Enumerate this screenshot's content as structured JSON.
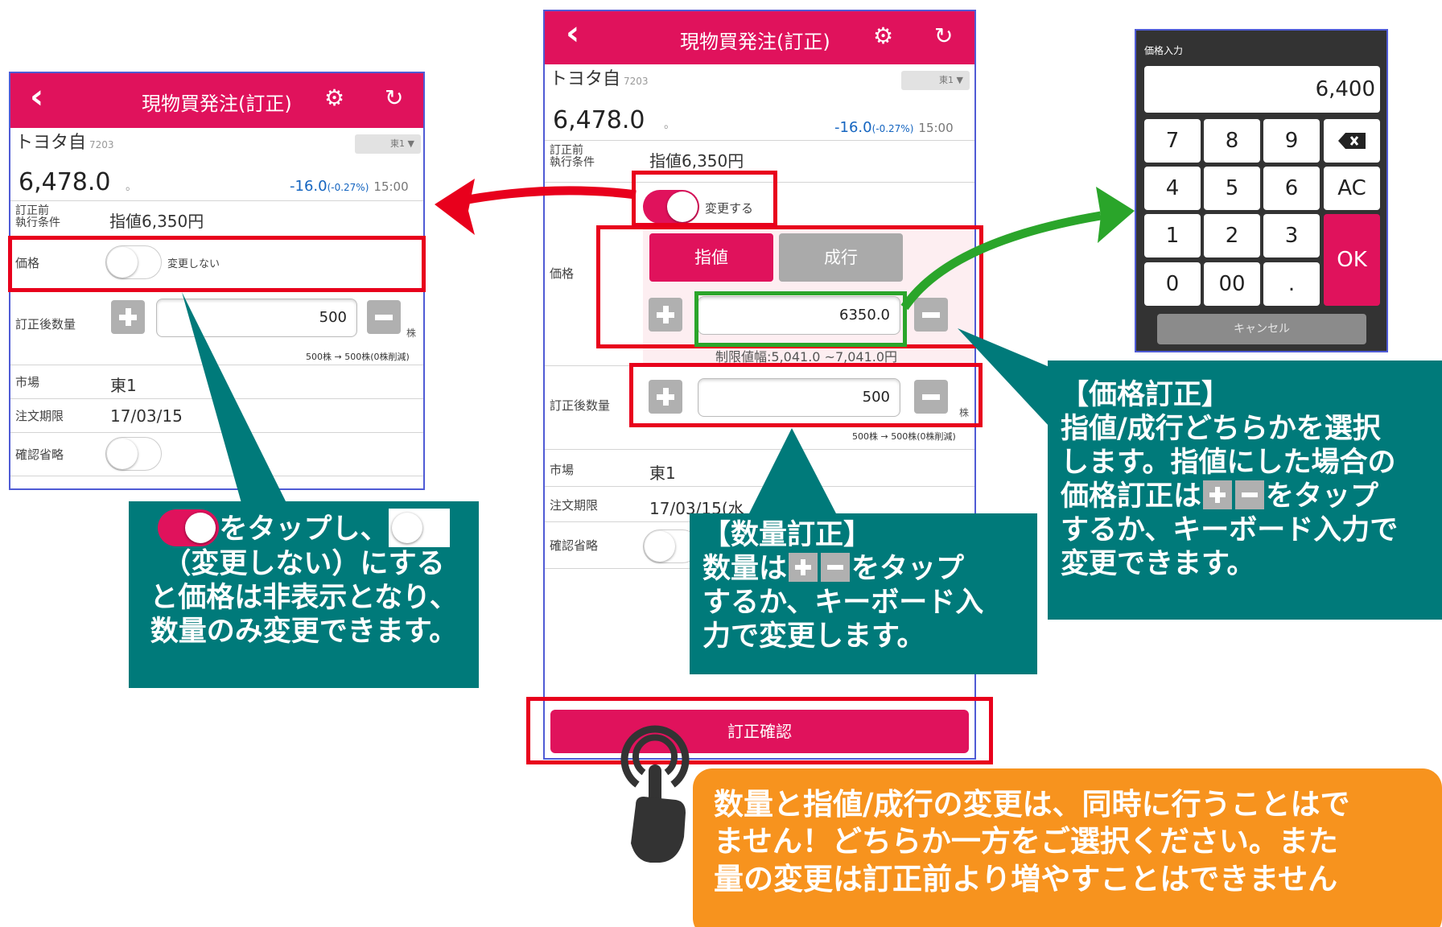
{
  "screen": {
    "title": "現物買発注(訂正)",
    "stock_name": "トヨタ自",
    "stock_code": "7203",
    "market_select": "東1",
    "price": "6,478.0",
    "price_suffix": "。",
    "change": "-16.0",
    "change_pct": "(-0.27%)",
    "time": "15:00",
    "pre_label": "訂正前\n執行条件",
    "pre_value": "指値6,350円",
    "price_label": "価格",
    "qty_label": "訂正後数量",
    "qty_value": "500",
    "qty_unit": "株",
    "qty_note": "500株 → 500株(0株削減)",
    "market_label": "市場",
    "market_value": "東1",
    "expiry_label": "注文期限",
    "expiry_value_left": "17/03/15",
    "expiry_value_center": "17/03/15(水",
    "skip_label": "確認省略"
  },
  "left_phone": {
    "toggle_label": "変更しない",
    "toggle_on": false
  },
  "center_phone": {
    "toggle_label": "変更する",
    "toggle_on": true,
    "seg_limit": "指値",
    "seg_market": "成行",
    "price_value": "6350.0",
    "range_text": "制限値幅:5,041.0 ~7,041.0円",
    "confirm_button": "訂正確認"
  },
  "keypad": {
    "title": "価格入力",
    "display": "6,400",
    "keys": [
      "7",
      "8",
      "9",
      "4",
      "5",
      "6",
      "1",
      "2",
      "3",
      "0",
      "00",
      "."
    ],
    "ac": "AC",
    "ok": "OK",
    "cancel": "キャンセル"
  },
  "callouts": {
    "c1_a": "をタップし、",
    "c1_b": "（変更しない）にする",
    "c1_c": "と価格は非表示となり、",
    "c1_d": "数量のみ変更できます。",
    "c2_title": "【数量訂正】",
    "c2_a": "数量は",
    "c2_b": "をタップ",
    "c2_c": "するか、キーボード入",
    "c2_d": "力で変更します。",
    "c3_title": "【価格訂正】",
    "c3_a": "指値/成行どちらかを選択",
    "c3_b": "します。指値にした場合の",
    "c3_c": "価格訂正は",
    "c3_d": "をタップ",
    "c3_e": "するか、キーボード入力で",
    "c3_f": "変更できます。",
    "c4_a": "数量と指値/成行の変更は、同時に行うことはで",
    "c4_b": "ません！どちらか一方をご選択ください。また",
    "c4_c": "量の変更は訂正前より増やすことはできません"
  },
  "colors": {
    "brand": "#e0125c",
    "highlight_red": "#e8001c",
    "highlight_green": "#2aa52a",
    "callout_teal": "#007a7a",
    "callout_orange": "#f7931e"
  }
}
